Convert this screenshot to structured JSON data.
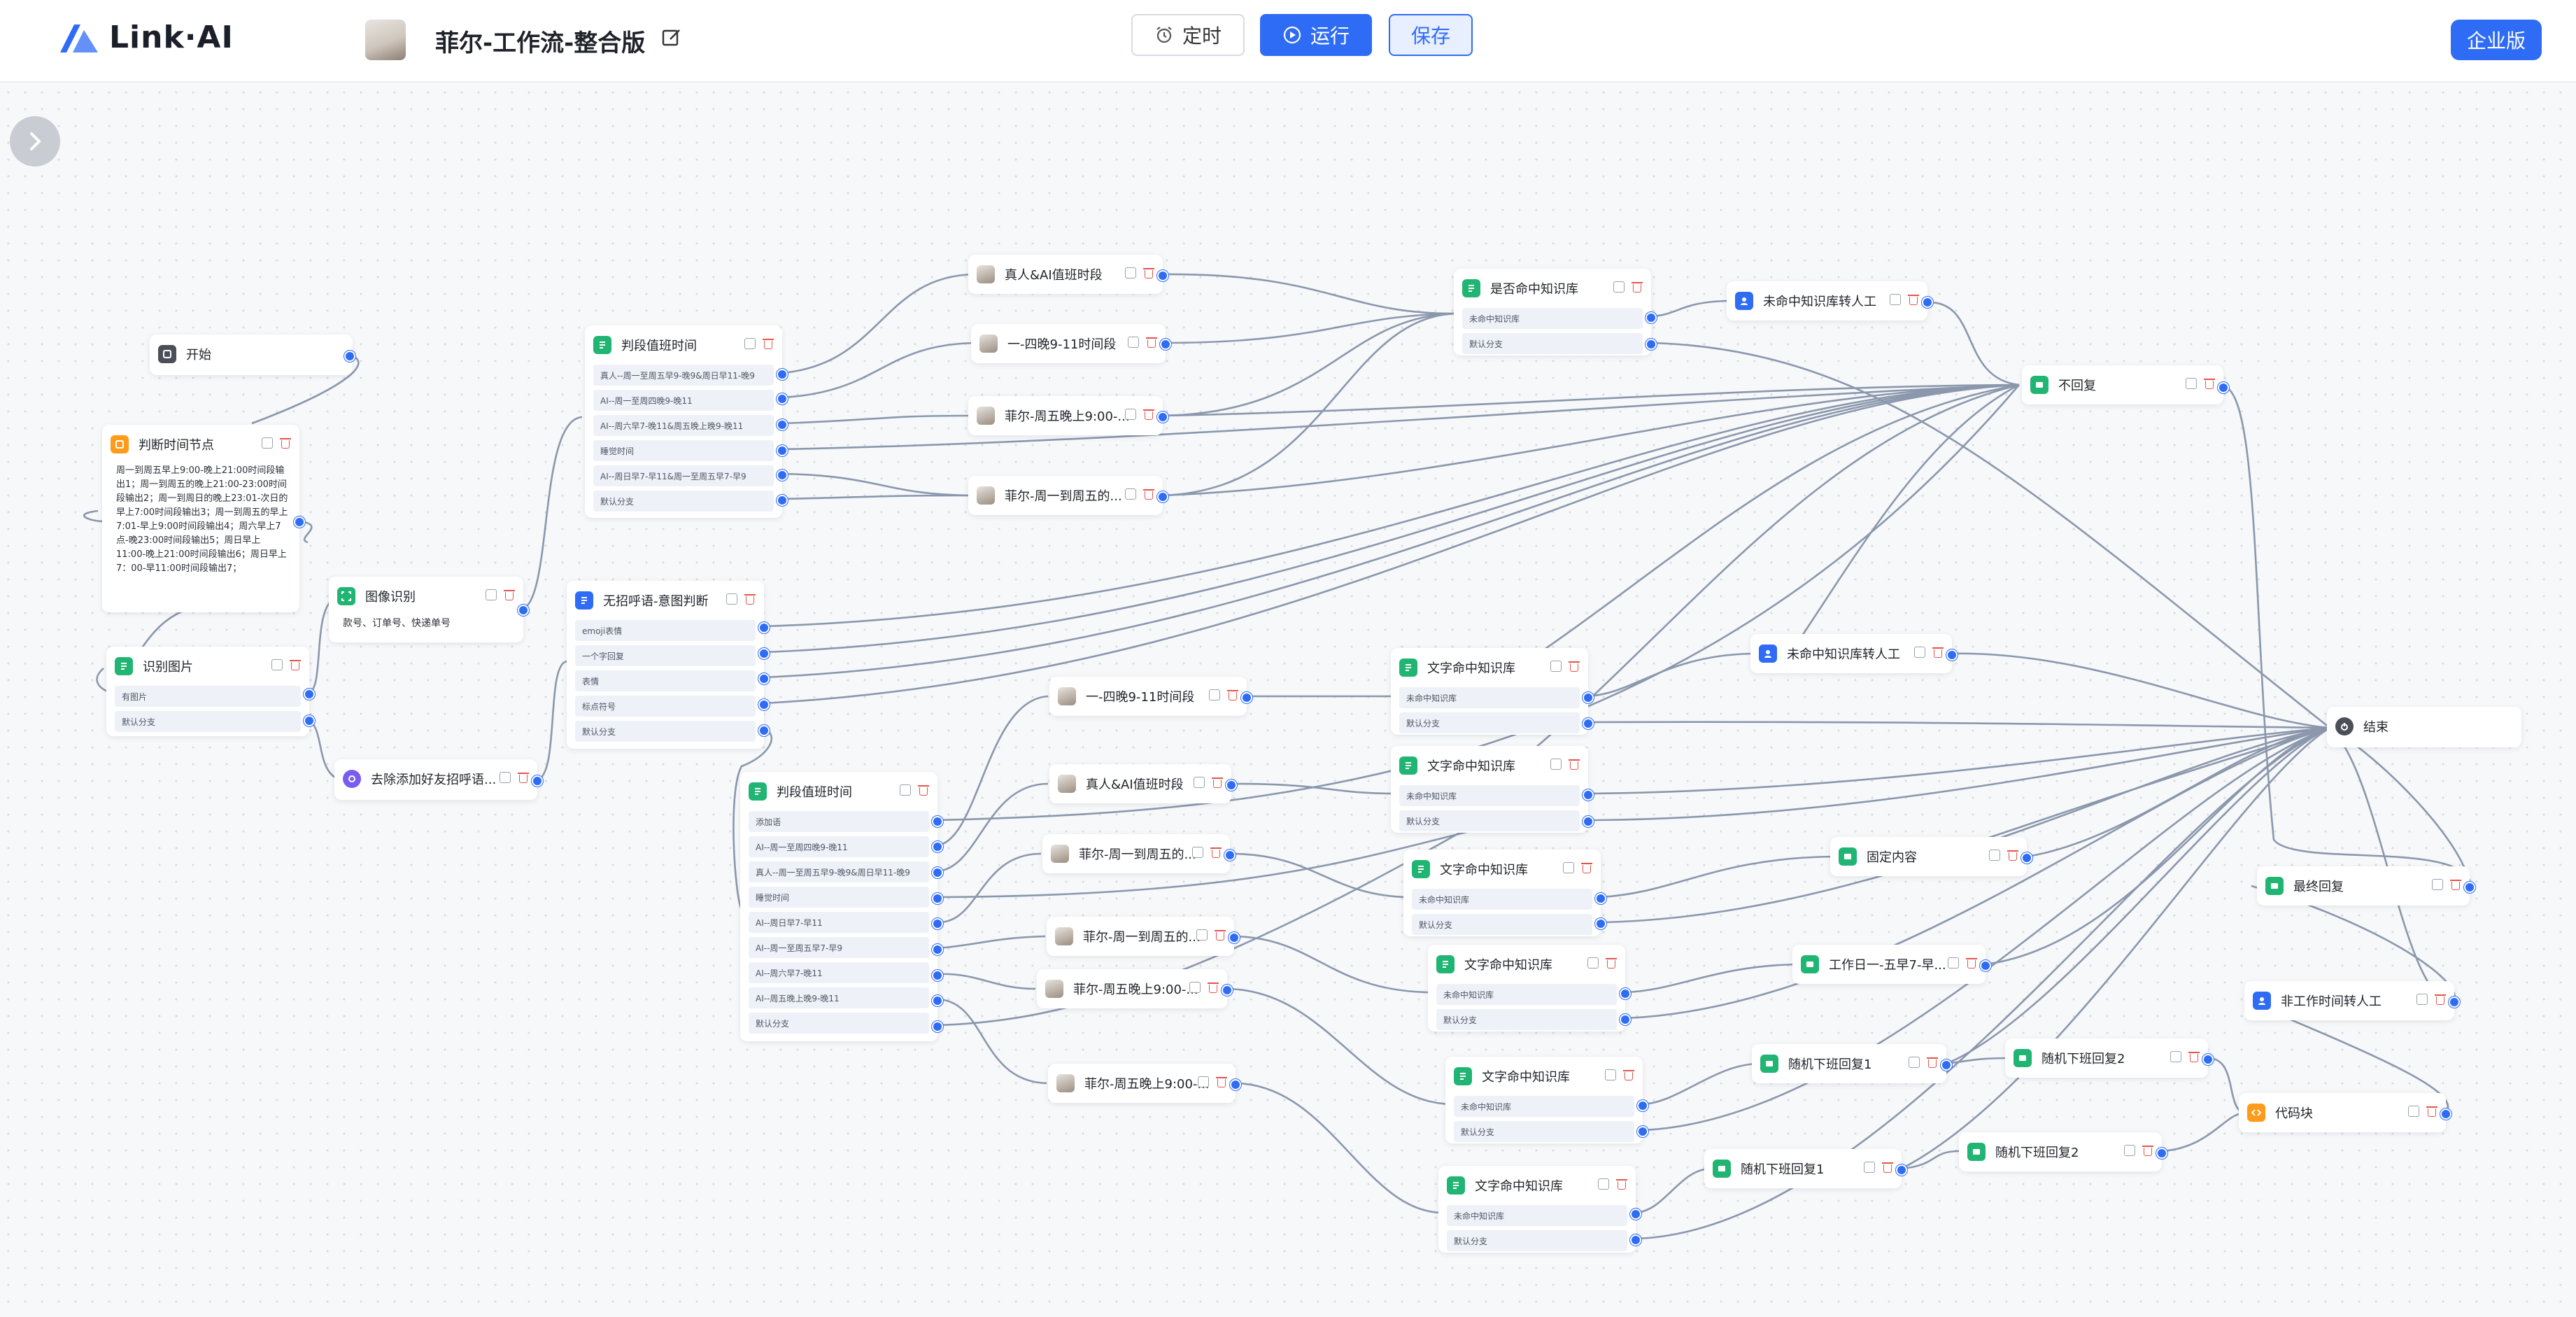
{
  "app": {
    "logo_text": "Link·AI",
    "workflow_title": "菲尔-工作流-整合版"
  },
  "toolbar": {
    "timer_label": "定时",
    "run_label": "运行",
    "save_label": "保存",
    "enterprise_label": "企业版"
  },
  "nodes": {
    "start": {
      "title": "开始"
    },
    "judge_time": {
      "title": "判断时间节点",
      "body": "周一到周五早上9:00-晚上21:00时间段输出1；周一到周五的晚上21:00-23:00时间段输出2；周一到周日的晚上23:01-次日的早上7:00时间段输出3；周一到周五的早上7:01-早上9:00时间段输出4；周六早上7点-晚23:00时间段输出5；周日早上11:00-晚上21:00时间段输出6；周日早上7：00-早11:00时间段输出7；"
    },
    "recognize_img": {
      "title": "识别图片",
      "rows": [
        "有图片",
        "默认分支"
      ]
    },
    "image_recog": {
      "title": "图像识别",
      "body": "款号、订单号、快递单号"
    },
    "remove_greet": {
      "title": "去除添加好友招呼语..."
    },
    "duty_time_1": {
      "title": "判段值班时间",
      "rows": [
        "真人--周一至周五早9-晚9&周日早11-晚9",
        "AI--周一至周四晚9-晚11",
        "AI--周六早7-晚11&周五晚上晚9-晚11",
        "睡觉时间",
        "AI--周日早7-早11&周一至周五早7-早9",
        "默认分支"
      ]
    },
    "no_greet": {
      "title": "无招呼语-意图判断",
      "rows": [
        "emoji表情",
        "一个字回复",
        "表情",
        "标点符号",
        "默认分支"
      ]
    },
    "duty_time_2": {
      "title": "判段值班时间",
      "rows": [
        "添加语",
        "AI--周一至周四晚9-晚11",
        "真人--周一至周五早9-晚9&周日早11-晚9",
        "睡觉时间",
        "AI--周日早7-早11",
        "AI--周一至周五早7-早9",
        "AI--周六早7-晚11",
        "AI--周五晚上晚9-晚11",
        "默认分支"
      ]
    },
    "p_real_ai": {
      "title": "真人&AI值班时段"
    },
    "p_mon_thu": {
      "title": "一-四晚9-11时间段"
    },
    "p_fri_9": {
      "title": "菲尔-周五晚上9:00-..."
    },
    "p_mon_fri": {
      "title": "菲尔-周一到周五的..."
    },
    "kb_hit_1": {
      "title": "是否命中知识库",
      "rows": [
        "未命中知识库",
        "默认分支"
      ]
    },
    "kb_miss_human_1": {
      "title": "未命中知识库转人工"
    },
    "no_reply": {
      "title": "不回复"
    },
    "q_mon_thu": {
      "title": "一-四晚9-11时间段"
    },
    "q_real_ai": {
      "title": "真人&AI值班时段"
    },
    "q_mon_fri_a": {
      "title": "菲尔-周一到周五的..."
    },
    "q_mon_fri_b": {
      "title": "菲尔-周一到周五的..."
    },
    "q_fri_a": {
      "title": "菲尔-周五晚上9:00-..."
    },
    "q_fri_b": {
      "title": "菲尔-周五晚上9:00-..."
    },
    "text_kb_1": {
      "title": "文字命中知识库",
      "rows": [
        "未命中知识库",
        "默认分支"
      ]
    },
    "text_kb_2": {
      "title": "文字命中知识库",
      "rows": [
        "未命中知识库",
        "默认分支"
      ]
    },
    "text_kb_3": {
      "title": "文字命中知识库",
      "rows": [
        "未命中知识库",
        "默认分支"
      ]
    },
    "text_kb_4": {
      "title": "文字命中知识库",
      "rows": [
        "未命中知识库",
        "默认分支"
      ]
    },
    "text_kb_5": {
      "title": "文字命中知识库",
      "rows": [
        "未命中知识库",
        "默认分支"
      ]
    },
    "text_kb_6": {
      "title": "文字命中知识库",
      "rows": [
        "未命中知识库",
        "默认分支"
      ]
    },
    "kb_miss_human_2": {
      "title": "未命中知识库转人工"
    },
    "end": {
      "title": "结束"
    },
    "fixed_content": {
      "title": "固定内容"
    },
    "workday_reply": {
      "title": "工作日一-五早7-早..."
    },
    "random_off_1a": {
      "title": "随机下班回复1"
    },
    "random_off_2a": {
      "title": "随机下班回复2"
    },
    "random_off_1b": {
      "title": "随机下班回复1"
    },
    "random_off_2b": {
      "title": "随机下班回复2"
    },
    "final_reply": {
      "title": "最终回复"
    },
    "non_work_human": {
      "title": "非工作时间转人工"
    },
    "code_block": {
      "title": "代码块"
    }
  }
}
